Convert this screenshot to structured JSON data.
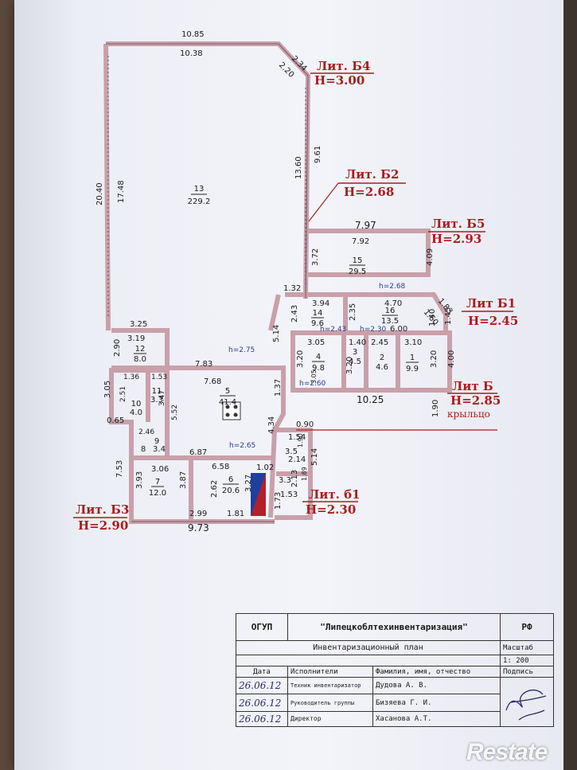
{
  "plan": {
    "wall_dims": [
      "10.85",
      "10.38",
      "2.34",
      "2.20",
      "20.40",
      "17.48",
      "9.61",
      "13.60",
      "7.97",
      "7.92",
      "4.09",
      "3.72",
      "1.32",
      "2.43",
      "5.14",
      "3.94",
      "2.35",
      "4.70",
      "1.60",
      "1.83",
      "1.40",
      "1.45",
      "6.00",
      "3.05",
      "1.40",
      "2.45",
      "3.10",
      "3.20",
      "3.20",
      "4.00",
      "3.20",
      "10.25",
      "1.90",
      "3.25",
      "3.19",
      "2.90",
      "7.83",
      "7.68",
      "1.37",
      "1.36",
      "1.53",
      "2.51",
      "3.47",
      "5.52",
      "3.05",
      "0.65",
      "2.46",
      "7.53",
      "6.87",
      "6.58",
      "1.02",
      "3.06",
      "3.93",
      "3.87",
      "2.62",
      "2.99",
      "1.81",
      "3.27",
      "4.34",
      "1.54",
      "2.14",
      "2.13",
      "5.14",
      "1.73",
      "1.53",
      "9.73",
      "0.90",
      "1.90",
      "1.89",
      "3.05"
    ],
    "heights": [
      "h=2.75",
      "h=2.68",
      "h=2.43",
      "h=2.30",
      "h=2.60",
      "h=2.65"
    ],
    "rooms": [
      {
        "num": "13",
        "area": "229.2"
      },
      {
        "num": "15",
        "area": "29.5"
      },
      {
        "num": "14",
        "area": "9.6"
      },
      {
        "num": "16",
        "area": "13.5"
      },
      {
        "num": "4",
        "area": "9.8"
      },
      {
        "num": "3",
        "area": "4.5"
      },
      {
        "num": "2",
        "area": "4.6"
      },
      {
        "num": "1",
        "area": "9.9"
      },
      {
        "num": "12",
        "area": "8.0"
      },
      {
        "num": "11",
        "area": "3.3"
      },
      {
        "num": "10",
        "area": "4.0"
      },
      {
        "num": "5",
        "area": "41.4"
      },
      {
        "num": "9",
        "area": "3.4"
      },
      {
        "num": "8",
        "area": ""
      },
      {
        "num": "7",
        "area": "12.0"
      },
      {
        "num": "6",
        "area": "20.6"
      },
      {
        "num": "",
        "area": "3.5"
      },
      {
        "num": "",
        "area": "3.3"
      }
    ],
    "lit_labels": [
      {
        "lit": "Лит. Б4",
        "h": "Н=3.00"
      },
      {
        "lit": "Лит. Б2",
        "h": "Н=2.68"
      },
      {
        "lit": "Лит. Б5",
        "h": "Н=2.93"
      },
      {
        "lit": "Лит Б1",
        "h": "Н=2.45"
      },
      {
        "lit": "Лит Б",
        "h": "Н=2.85"
      },
      {
        "lit": "Лит. б1",
        "h": "Н=2.30"
      },
      {
        "lit": "Лит. Б3",
        "h": "Н=2.90"
      }
    ],
    "porch": "крыльцо"
  },
  "stamp": {
    "org": "ОГУП",
    "org_name": "\"Липецкоблтехинвентаризация\"",
    "country": "РФ",
    "doc_title": "Инвентаризационный план",
    "scale_label": "Масштаб",
    "scale_value": "1: 200",
    "col_date": "Дата",
    "col_exec": "Исполнители",
    "col_name": "Фамилия, имя, отчество",
    "col_sign": "Подпись",
    "rows": [
      {
        "date": "26.06.12",
        "role": "Техник инвентаризатор",
        "name": "Дудова А. В."
      },
      {
        "date": "26.06.12",
        "role": "Руководитель группы",
        "name": "Бизяева Г. И."
      },
      {
        "date": "26.06.12",
        "role": "Директор",
        "name": "Хасанова А.Т."
      }
    ]
  },
  "watermark": "Restate",
  "colors": {
    "wall": "#c9a0aa",
    "wall_edge": "#8a6470",
    "lit_red": "#a81c1c",
    "note_blue": "#2a3f8f",
    "stair_blue": "#1f3f9c",
    "stair_red": "#b3202a"
  }
}
